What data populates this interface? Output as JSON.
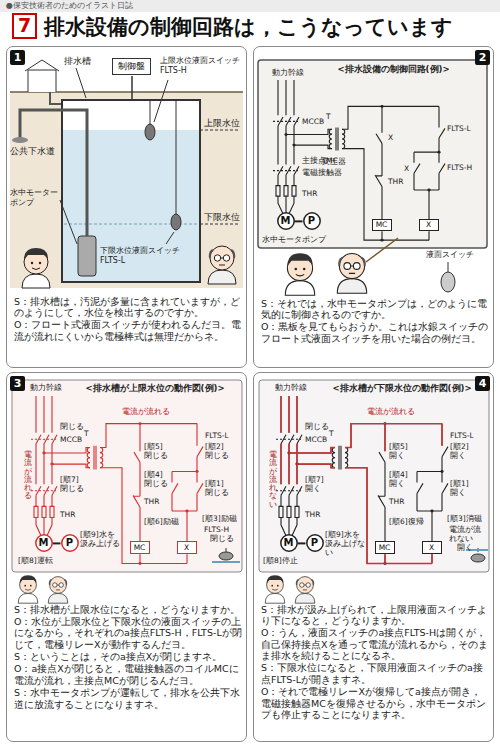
{
  "diagram": {
    "title": "排水設備の制御回路は，こうなっています",
    "nodes": [
      {
        "text": [
          "1",
          "S：排水槽は，汚泥が多量に含まれていますが，どのようにして，水位を検出するのですか。",
          "O：フロート式液面スイッチが使われるんだヨ。電流が流れにくいから電極棒式は無理だからネ。"
        ]
      },
      {
        "text": [
          "制御盤"
        ],
        "in": 0
      },
      {
        "text": [
          "2",
          "<排水設備の制御回路(例)>",
          "S：それでは，水中モータポンプは，どのように電気的に制御されるのですか。",
          "O：黒板を見てもらおうか。これは水銀スイッチのフロート式液面スイッチを用いた場合の例だヨ。"
        ]
      },
      {
        "text": [
          "M"
        ],
        "in": 2
      },
      {
        "text": [
          "P"
        ],
        "in": 2
      },
      {
        "text": [
          "MC"
        ],
        "in": 2
      },
      {
        "text": [
          "X"
        ],
        "in": 2
      },
      {
        "text": [
          "3",
          "<排水槽が上限水位の動作図(例)>",
          "S：排水槽が上限水位になると，どうなりますか。",
          "O：水位が上限水位と下限水位の液面スイッチの上になるから，それぞれのa接点FLTS-H，FLTS-Lが閉じて，電極リレーXが動作するんだヨ。",
          "S：ということは，そのa接点Xが閉じますネ。",
          "O：a接点Xが閉じると，電磁接触器のコイルMCに電流が流れ，主接点MCが閉じるんだヨ。",
          "S：水中モータポンプが運転して，排水を公共下水道に放流することになりますネ。"
        ]
      },
      {
        "text": [
          "M"
        ],
        "in": 7
      },
      {
        "text": [
          "P"
        ],
        "in": 7
      },
      {
        "text": [
          "MC"
        ],
        "in": 7
      },
      {
        "text": [
          "X"
        ],
        "in": 7
      },
      {
        "text": [
          "4",
          "<排水槽が下限水位の動作図(例)>",
          "S：排水が汲み上げられて，上限用液面スイッチより下になると，どうなりますか。",
          "O：うん，液面スイッチのa接点FLTS-Hは開くが，自己保持接点Xを通って電流が流れるから，そのまま排水を続けることになるネ。",
          "S：下限水位になると，下限用液面スイッチのa接点FLTS-Lが開きますネ。",
          "O：それで電極リレーXが復帰してa接点が開き，電磁接触器MCを復帰させるから，水中モータポンプも停止することになりますネ。"
        ]
      },
      {
        "text": [
          "M"
        ],
        "in": 12
      },
      {
        "text": [
          "P"
        ],
        "in": 12
      },
      {
        "text": [
          "MC"
        ],
        "in": 12
      },
      {
        "text": [
          "X"
        ],
        "in": 12
      }
    ],
    "edges": [
      {
        "from": 3,
        "to": 4,
        "arrow": "none"
      },
      {
        "from": 8,
        "to": 9,
        "arrow": "none"
      },
      {
        "from": 13,
        "to": 14,
        "arrow": "none"
      }
    ],
    "labels": [
      "●保安技術者のためのイラスト日誌",
      "7",
      "排水槽",
      "上限水位液面スイッチ FLTS-H",
      "上限水位",
      "公共下水道",
      "水中モーターポンプ",
      "下限水位",
      "下限水位液面スイッチ FLTS-L",
      "動力幹線",
      "MCCB",
      "主接点MC",
      "電磁接触器",
      "THR",
      "水中モータポンプ",
      "T",
      "変圧器",
      "X",
      "THR",
      "X",
      "FLTS-L",
      "FLTS-H",
      "液面スイッチ",
      "動力幹線",
      "閉じる",
      "MCCB",
      "[順7]閉じる",
      "THR",
      "電流が流れる",
      "電流が流れる",
      "T",
      "[順5]閉じる",
      "THR",
      "[順4]閉じる",
      "FLTS-L",
      "[順2]閉じる",
      "[順1]閉じる",
      "[順3]励磁",
      "[順6]励磁",
      "[順8]運転",
      "[順9]水を汲み上げる",
      "FLTS-H",
      "閉じる",
      "動力幹線",
      "閉じる",
      "MCCB",
      "[順7]開く",
      "THR",
      "電流が流れない",
      "電流が流れる",
      "T",
      "[順5]開く",
      "THR",
      "[順4]開く",
      "FLTS-L",
      "[順2]開く",
      "[順1]開く",
      "[順3]消磁",
      "[順6]復帰",
      "[順8]停止",
      "[順9]水を汲み上げない",
      "電流が流れない",
      "開く"
    ]
  }
}
